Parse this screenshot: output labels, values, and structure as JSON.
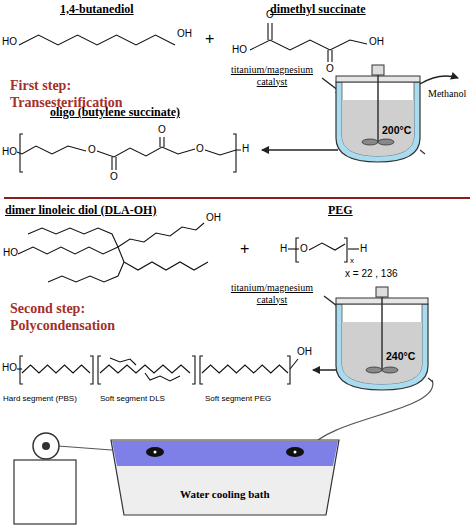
{
  "diagram": {
    "nodes": [
      {
        "text": [
          "200°C"
        ]
      },
      {
        "text": [
          "240°C"
        ]
      },
      {
        "text": [
          "Water cooling bath"
        ]
      }
    ],
    "edges": [
      {
        "from": 1,
        "to": 2,
        "arrow": "none"
      }
    ],
    "labels": [
      "1,4-butanediol",
      "dimethyl succinate",
      "HO",
      "OH",
      "+",
      "HO",
      "O",
      "O",
      "OH",
      "titanium/magnesium catalyst",
      "First step:",
      "Transesterification",
      "Methanol",
      "oligo (butylene succinate)",
      "HO",
      "O",
      "O",
      "O",
      "O",
      "H",
      "dimer linoleic diol (DLA-OH)",
      "PEG",
      "HO",
      "OH",
      "+",
      "H",
      "O",
      "x",
      "H",
      "x = 22 , 136",
      "titanium/magnesium catalyst",
      "Second step:",
      "Polycondensation",
      "HO",
      "OH",
      "Hard segment (PBS)",
      "Soft segment DLS",
      "Soft segment PEG"
    ]
  }
}
